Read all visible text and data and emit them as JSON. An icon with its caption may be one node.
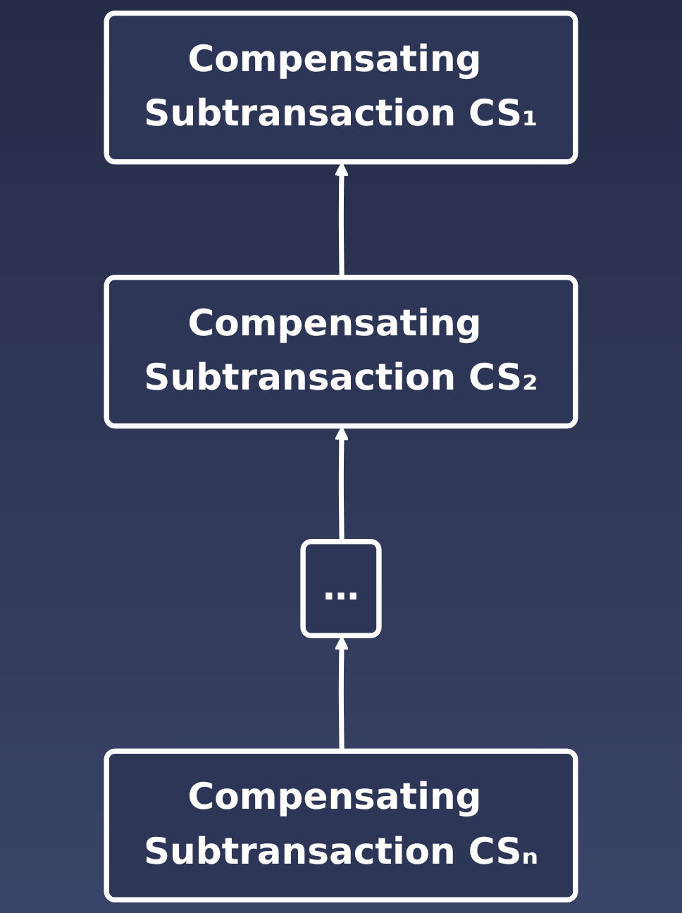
{
  "diagram": {
    "nodes": [
      {
        "text": [
          "Compensating Subtransaction CS₁"
        ]
      },
      {
        "text": [
          "Compensating Subtransaction CS₂"
        ]
      },
      {
        "text": [
          "…"
        ]
      },
      {
        "text": [
          "Compensating Subtransaction CSₙ"
        ]
      }
    ],
    "edges": [
      {
        "from": 1,
        "to": 0,
        "arrow": "to"
      },
      {
        "from": 2,
        "to": 1,
        "arrow": "to"
      },
      {
        "from": 3,
        "to": 2,
        "arrow": "to"
      }
    ]
  }
}
